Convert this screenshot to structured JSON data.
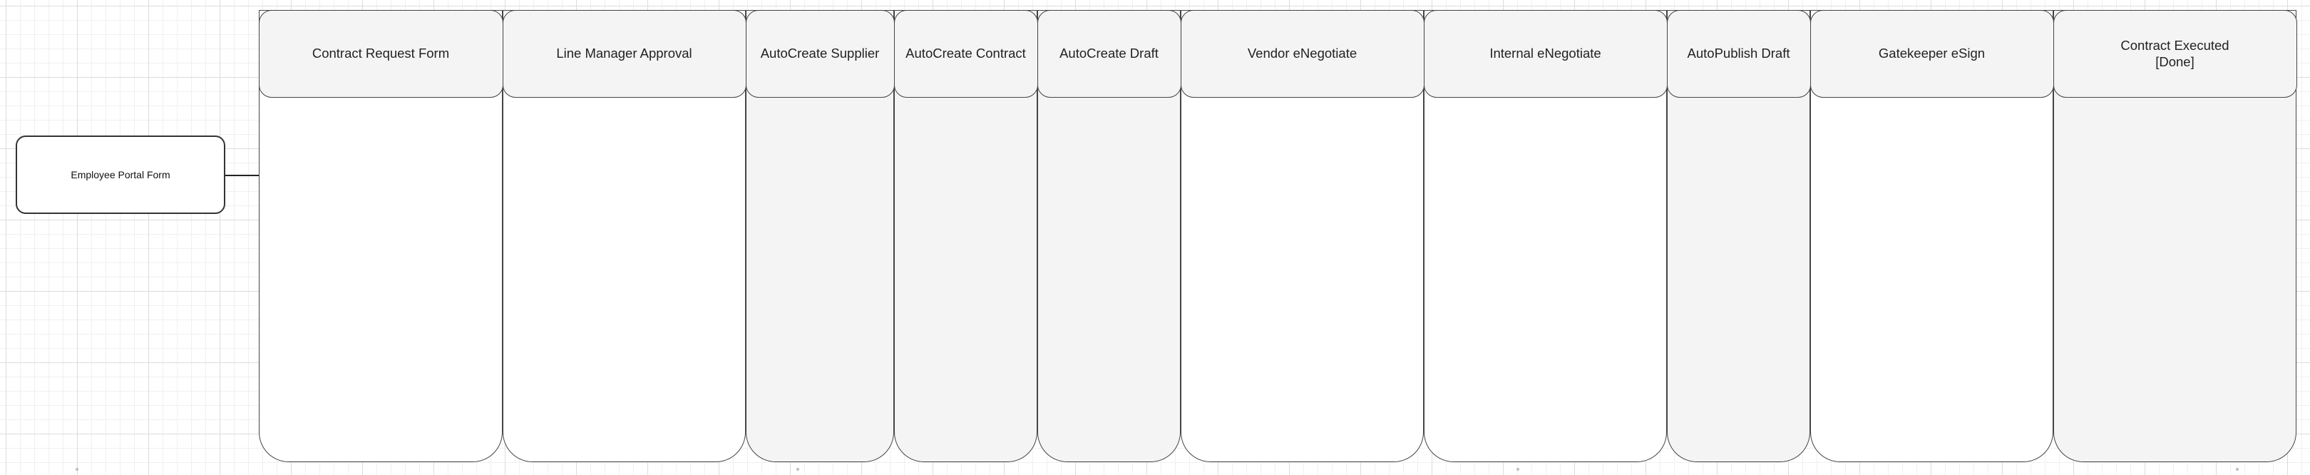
{
  "diagram": {
    "source_box": {
      "label": "Employee Portal Form"
    },
    "lanes": [
      {
        "label": "Contract Request Form",
        "shaded": false
      },
      {
        "label": "Line Manager Approval",
        "shaded": false
      },
      {
        "label": "AutoCreate Supplier",
        "shaded": true
      },
      {
        "label": "AutoCreate Contract",
        "shaded": true
      },
      {
        "label": "AutoCreate Draft",
        "shaded": true
      },
      {
        "label": "Vendor eNegotiate",
        "shaded": false
      },
      {
        "label": "Internal eNegotiate",
        "shaded": false
      },
      {
        "label": "AutoPublish Draft",
        "shaded": true
      },
      {
        "label": "Gatekeeper eSign",
        "shaded": false
      },
      {
        "label": "Contract Executed\n[Done]",
        "shaded": true
      }
    ]
  },
  "colors": {
    "stroke": "#444444",
    "header_fill": "#f4f4f4",
    "shaded_fill": "#f4f4f4",
    "grid": "#dcdcdc"
  }
}
